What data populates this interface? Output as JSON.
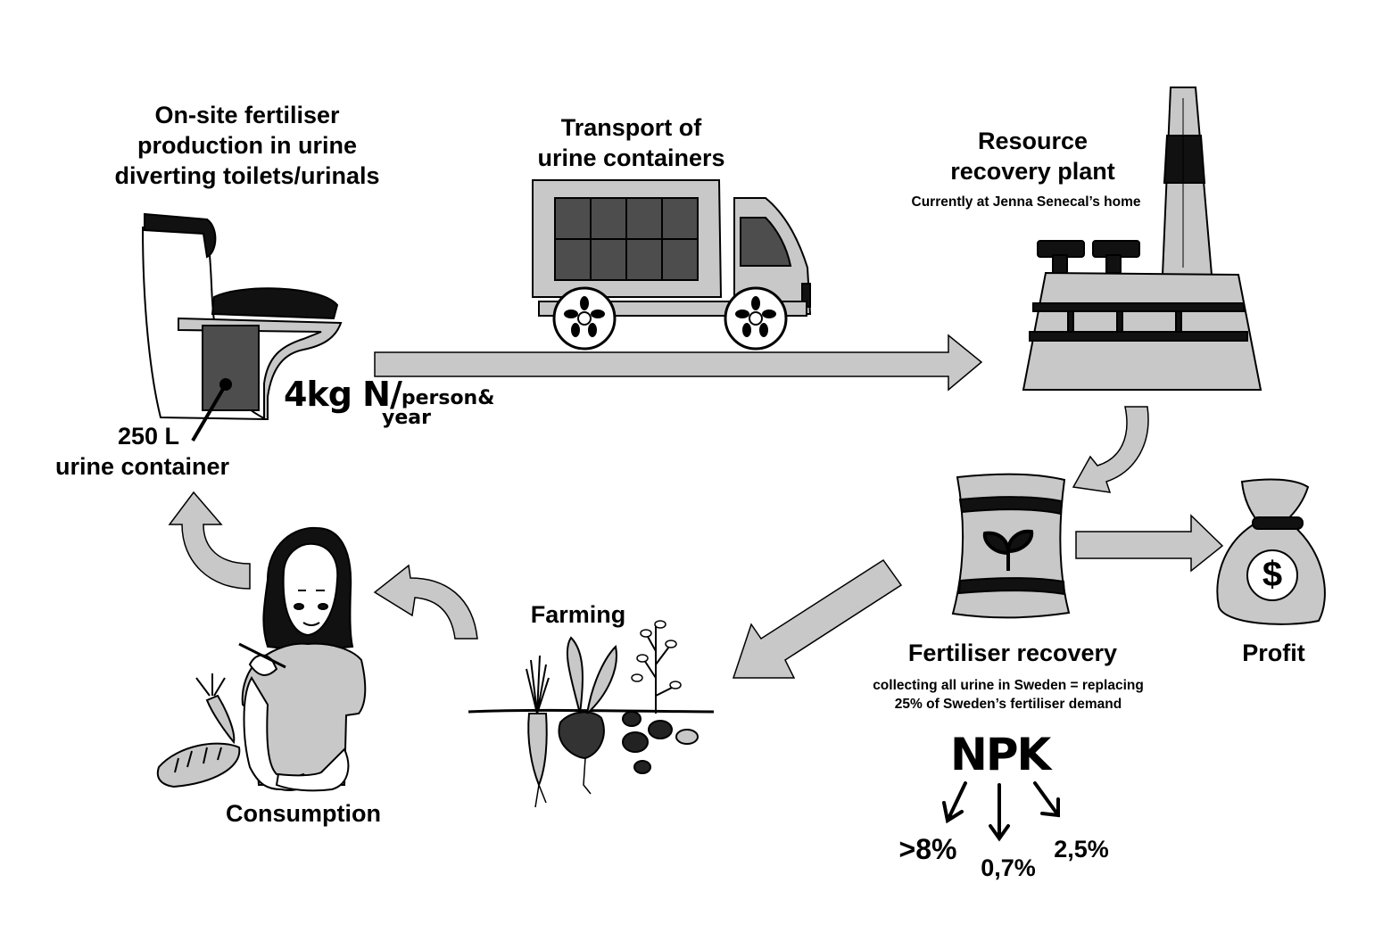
{
  "toilet": {
    "title_line1": "On-site fertiliser",
    "title_line2": "production in urine",
    "title_line3": "diverting toilets/urinals",
    "container_line1": "250 L",
    "container_line2": "urine container",
    "rate_main": "4kg N/",
    "rate_per": "person&",
    "rate_year": "year"
  },
  "transport": {
    "title_line1": "Transport of",
    "title_line2": "urine containers"
  },
  "plant": {
    "title_line1": "Resource",
    "title_line2": "recovery plant",
    "note": "Currently at Jenna Senecal’s home"
  },
  "fertiliser": {
    "title": "Fertiliser recovery",
    "note_line1": "collecting all urine in Sweden = replacing",
    "note_line2": "25% of Sweden’s fertiliser demand",
    "npk": "NPK",
    "n_value": ">8%",
    "p_value": "0,7%",
    "k_value": "2,5%",
    "money_symbol": "$"
  },
  "profit": {
    "title": "Profit"
  },
  "farming": {
    "title": "Farming"
  },
  "consumption": {
    "title": "Consumption"
  },
  "colors": {
    "gray": "#c8c8c8",
    "dark": "#4d4d4d",
    "ink": "#000000"
  }
}
